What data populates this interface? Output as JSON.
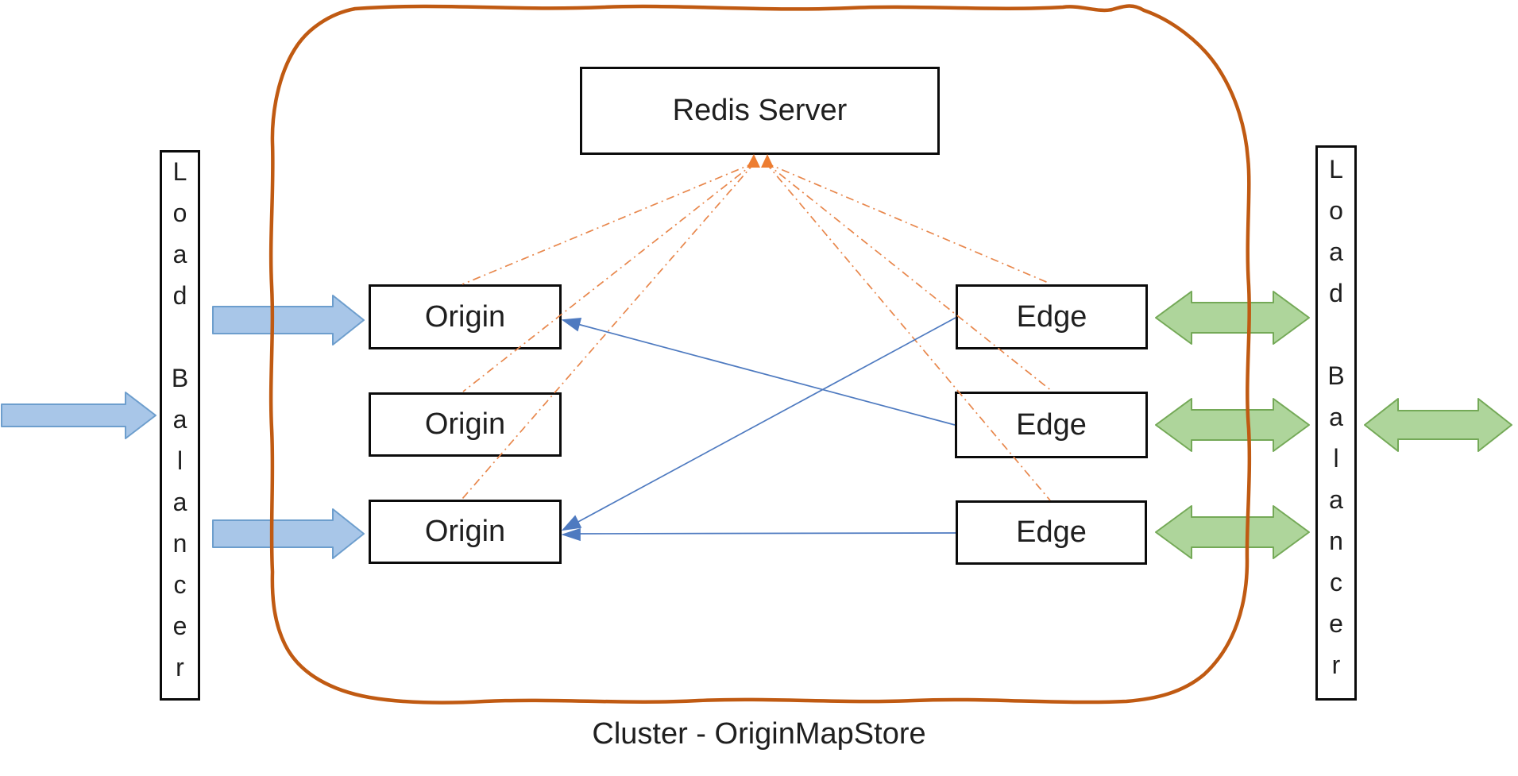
{
  "diagram": {
    "caption": "Cluster - OriginMapStore",
    "redis": {
      "label": "Redis Server"
    },
    "origins": [
      {
        "label": "Origin"
      },
      {
        "label": "Origin"
      },
      {
        "label": "Origin"
      }
    ],
    "edges": [
      {
        "label": "Edge"
      },
      {
        "label": "Edge"
      },
      {
        "label": "Edge"
      }
    ],
    "load_balancers": {
      "left": {
        "label": "Load Balancer"
      },
      "right": {
        "label": "Load Balancer"
      }
    }
  },
  "colors": {
    "box_border": "#0b0b0b",
    "text": "#1f1f1f",
    "blue_arrow_fill": "#A8C6E8",
    "blue_arrow_stroke": "#6D9ECD",
    "green_arrow_fill": "#AED59B",
    "green_arrow_stroke": "#74A957",
    "connector_blue": "#4E7AC0",
    "redis_link_orange": "#E8874C",
    "redis_arrowhead_orange": "#ED7D31",
    "cluster_border_orange": "#C05A12"
  }
}
